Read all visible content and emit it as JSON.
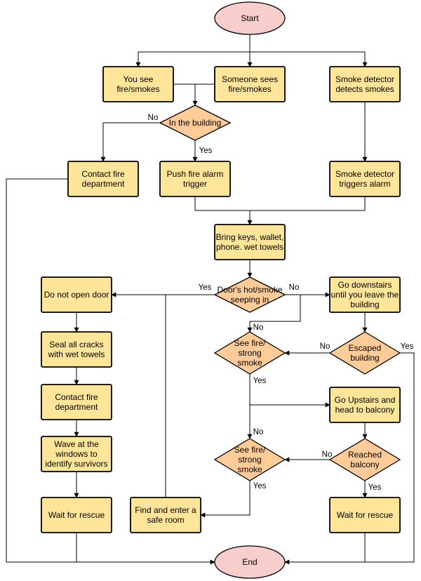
{
  "colors": {
    "rect_fill": "#FFE599",
    "diamond_fill": "#FFCC99",
    "terminal_fill": "#F8CECC",
    "stroke": "#000000",
    "edge": "#000000"
  },
  "nodes": {
    "start": [
      "Start"
    ],
    "you_see": [
      "You see",
      "fire/smokes"
    ],
    "someone_sees": [
      "Someone sees",
      "fire/smokes"
    ],
    "smoke_detects": [
      "Smoke detector",
      "detects smokes"
    ],
    "in_building": [
      "In the building"
    ],
    "contact_fire_top": [
      "Contact fire",
      "department"
    ],
    "push_alarm": [
      "Push fire alarm",
      "trigger"
    ],
    "detector_triggers": [
      "Smoke detector",
      "triggers alarm"
    ],
    "bring_keys": [
      "Bring keys, wallet,",
      "phone. wet towels"
    ],
    "door_hot": [
      "Door's hot/smoke",
      "seeping in"
    ],
    "do_not_open": [
      "Do not open door"
    ],
    "go_downstairs": [
      "Go downstairs",
      "until you leave the",
      "building"
    ],
    "seal_cracks": [
      "Seal all cracks",
      "with wet towels"
    ],
    "see_fire_1": [
      "See fire/",
      "strong",
      "smoke"
    ],
    "escaped": [
      "Escaped",
      "building"
    ],
    "contact_fire_left": [
      "Contact fire",
      "department"
    ],
    "go_upstairs": [
      "Go Upstairs and",
      "head to balcony"
    ],
    "wave_windows": [
      "Wave at the",
      "windows to",
      "identify survivors"
    ],
    "see_fire_2": [
      "See fire/",
      "strong",
      "smoke"
    ],
    "reached_balcony": [
      "Reached",
      "balcony"
    ],
    "wait_rescue_left": [
      "Wait for rescue"
    ],
    "find_safe_room": [
      "Find and enter a",
      "safe room"
    ],
    "wait_rescue_right": [
      "Wait for rescue"
    ],
    "end": [
      "End"
    ]
  },
  "edge_labels": {
    "in_building_no": "No",
    "in_building_yes": "Yes",
    "door_yes": "Yes",
    "door_no": "No",
    "see_fire_1_no": "No",
    "see_fire_1_yes": "Yes",
    "escaped_no": "No",
    "escaped_yes": "Yes",
    "see_fire_2_no": "No",
    "see_fire_2_yes": "Yes",
    "balcony_no": "No",
    "balcony_yes": "Yes"
  }
}
